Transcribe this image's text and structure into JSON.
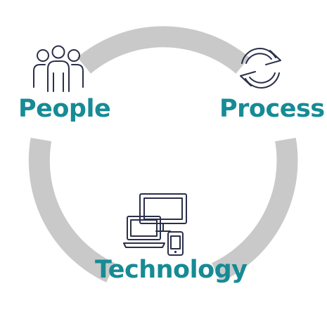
{
  "diagram": {
    "nodes": [
      {
        "id": "people",
        "label": "People",
        "icon": "people-icon"
      },
      {
        "id": "process",
        "label": "Process",
        "icon": "refresh-cycle-icon"
      },
      {
        "id": "technology",
        "label": "Technology",
        "icon": "devices-icon"
      }
    ],
    "colors": {
      "label": "#168b95",
      "arc": "#c9c9c9",
      "icon": "#2a2f4a",
      "background": "#ffffff"
    }
  }
}
